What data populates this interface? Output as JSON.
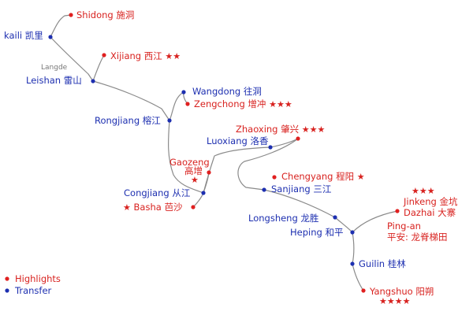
{
  "colors": {
    "route": "#8a8a8a",
    "highlight": "#e02020",
    "transfer": "#1d2fb0"
  },
  "places": {
    "shidong": {
      "label": "Shidong 施洞",
      "type": "highlight"
    },
    "kaili": {
      "label": "kaili 凯里",
      "type": "transfer"
    },
    "xijiang": {
      "label": "Xijiang 西江",
      "type": "highlight",
      "stars": "★★"
    },
    "langde": {
      "label": "Langde"
    },
    "leishan": {
      "label": "Leishan 雷山",
      "type": "transfer"
    },
    "wangdong": {
      "label": "Wangdong 往洞",
      "type": "transfer"
    },
    "zengchong": {
      "label": "Zengchong 增冲",
      "type": "highlight",
      "stars": "★★★"
    },
    "rongjiang": {
      "label": "Rongjiang 榕江",
      "type": "transfer"
    },
    "zhaoxing": {
      "label": "Zhaoxing 肇兴",
      "type": "highlight",
      "stars": "★★★"
    },
    "luoxiang": {
      "label": "Luoxiang 洛香",
      "type": "transfer"
    },
    "gaozeng": {
      "label_en": "Gaozeng",
      "label_cn": "高增",
      "type": "highlight",
      "stars": "★"
    },
    "chengyang": {
      "label": "Chengyang 程阳",
      "type": "highlight",
      "stars": "★"
    },
    "congjiang": {
      "label": "Congjiang 从江",
      "type": "transfer"
    },
    "sanjiang": {
      "label": "Sanjiang 三江",
      "type": "transfer"
    },
    "basha": {
      "label": "Basha 芭沙",
      "type": "highlight",
      "stars": "★"
    },
    "jinkeng": {
      "label": "Jinkeng 金坑",
      "type": "highlight",
      "stars": "★★★"
    },
    "dazhai": {
      "label": "Dazhai 大寨",
      "type": "highlight"
    },
    "longsheng": {
      "label": "Longsheng 龙胜",
      "type": "transfer"
    },
    "pingan": {
      "label_en": "Ping-an",
      "label_cn": "平安: 龙脊梯田",
      "type": "highlight"
    },
    "heping": {
      "label": "Heping 和平",
      "type": "transfer"
    },
    "guilin": {
      "label": "Guilin 桂林",
      "type": "transfer"
    },
    "yangshuo": {
      "label": "Yangshuo 阳朔",
      "type": "highlight",
      "stars": "★★★★"
    }
  },
  "legend": {
    "highlights": "Highlights",
    "transfer": "Transfer"
  }
}
